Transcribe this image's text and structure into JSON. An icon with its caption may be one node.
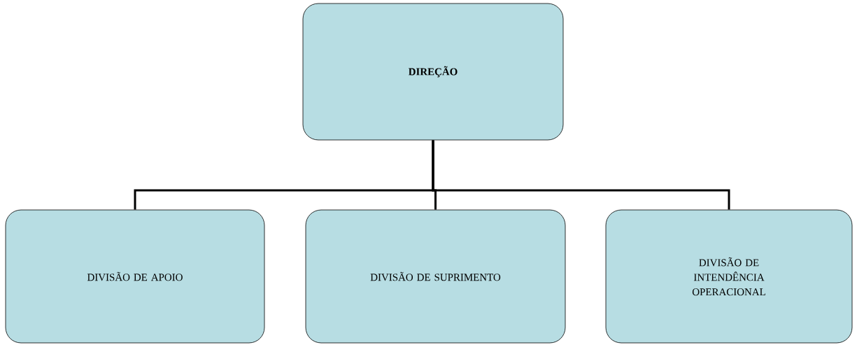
{
  "diagram": {
    "nodes": [
      {
        "text": [
          "DIREÇÃO"
        ]
      },
      {
        "text": [
          "DIVISÃO DE APOIO"
        ]
      },
      {
        "text": [
          "DIVISÃO DE SUPRIMENTO"
        ]
      },
      {
        "text": [
          "DIVISÃO DE INTENDÊNCIA OPERACIONAL"
        ]
      }
    ],
    "edges": [
      {
        "from": 0,
        "to": 1,
        "arrow": "none"
      },
      {
        "from": 0,
        "to": 2,
        "arrow": "none"
      },
      {
        "from": 0,
        "to": 3,
        "arrow": "none"
      }
    ]
  }
}
